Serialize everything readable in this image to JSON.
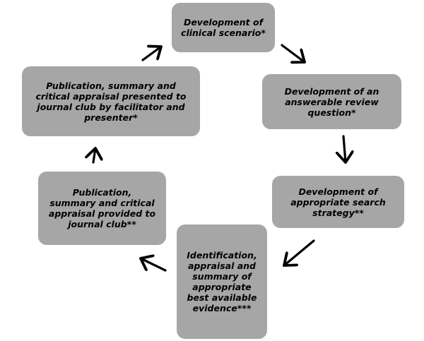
{
  "steps": [
    {
      "id": "b1",
      "text": "Development of\nclinical scenario*"
    },
    {
      "id": "b2",
      "text": "Development of an\nanswerable review\nquestion*"
    },
    {
      "id": "b3",
      "text": "Development of\nappropriate search\nstrategy**"
    },
    {
      "id": "b4",
      "text": "Identification,\nappraisal and\nsummary of\nappropriate\nbest available\nevidence***"
    },
    {
      "id": "b5",
      "text": "Publication,\nsummary and critical\nappraisal provided to\njournal club**"
    },
    {
      "id": "b6",
      "text": "Publication, summary and\ncritical appraisal presented to\njournal club by facilitator and\npresenter*"
    }
  ],
  "colors": {
    "box_fill": "#a6a6a6",
    "arrow": "#000000"
  }
}
